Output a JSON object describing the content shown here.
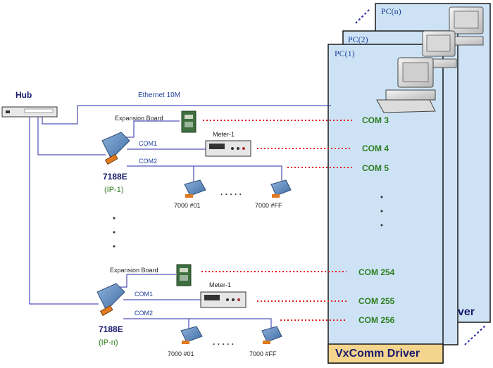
{
  "hub": {
    "label": "Hub"
  },
  "network": {
    "ethernet_label": "Ethernet 10M"
  },
  "pcs": [
    {
      "label": "PC(n)"
    },
    {
      "label": "PC(2)"
    },
    {
      "label": "PC(1)"
    }
  ],
  "back_panel_partial_text": "ver",
  "driver_label": "VxComm Driver",
  "group1": {
    "expansion_label": "Expansion Board",
    "com1_label": "COM1",
    "com2_label": "COM2",
    "meter_label": "Meter-1",
    "module_name": "7188E",
    "module_ip": "(IP-1)",
    "dev_first": "7000 #01",
    "dev_last": "7000 #FF",
    "ports": [
      "COM 3",
      "COM 4",
      "COM 5"
    ]
  },
  "group2": {
    "expansion_label": "Expansion Board",
    "com1_label": "COM1",
    "com2_label": "COM2",
    "meter_label": "Meter-1",
    "module_name": "7188E",
    "module_ip": "(IP-n)",
    "dev_first": "7000 #01",
    "dev_last": "7000 #FF",
    "ports": [
      "COM 254",
      "COM 255",
      "COM 256"
    ]
  },
  "ellipsis_h": ". . . . .",
  "colors": {
    "panel_fill": "#cde3f5",
    "panel_border": "#1a1a1a",
    "wire": "#2a2aa8",
    "dotted_link": "#e02020",
    "com_text": "#2e7d1f",
    "module_body": "#5b86b8"
  }
}
